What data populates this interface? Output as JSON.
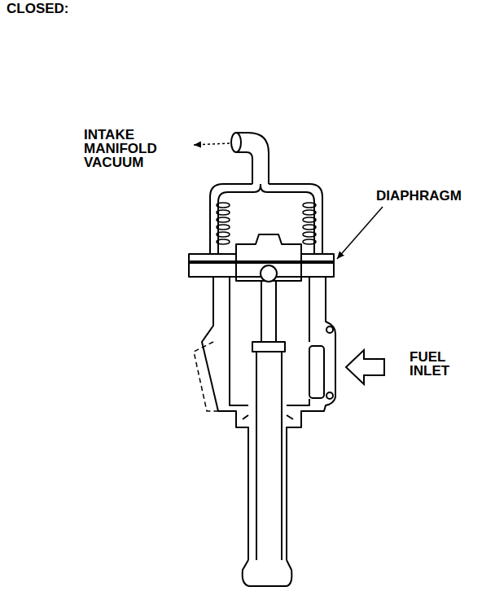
{
  "diagram": {
    "title": "CLOSED:",
    "labels": [
      "INTAKE MANIFOLD VACUUM",
      "DIAPHRAGM",
      "FUEL INLET"
    ]
  }
}
